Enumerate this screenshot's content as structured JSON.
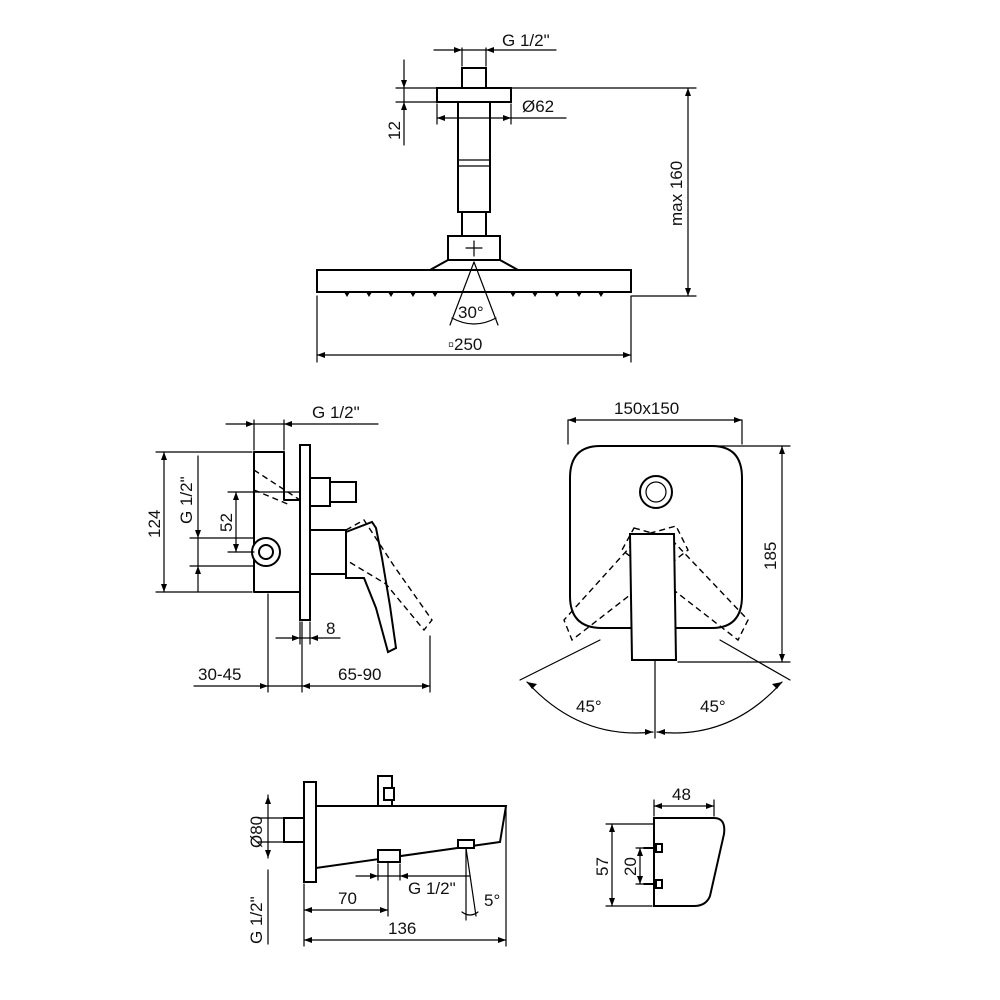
{
  "colors": {
    "line": "#000000",
    "background": "#ffffff"
  },
  "shower_head": {
    "thread_label": "G 1/2\"",
    "flange_diameter_label": "Ø62",
    "flange_height_label": "12",
    "max_height_label": "max 160",
    "spray_angle_label": "30°",
    "head_size_label": "▫250"
  },
  "mixer_side": {
    "thread_top_label": "G 1/2\"",
    "thread_side_label": "G 1/2\"",
    "height_label": "124",
    "spacing_label": "52",
    "plate_thickness_label": "8",
    "depth_left_label": "30-45",
    "depth_right_label": "65-90"
  },
  "mixer_front": {
    "plate_size_label": "150x150",
    "height_label": "185",
    "rotation_left_label": "45°",
    "rotation_right_label": "45°"
  },
  "spout": {
    "diameter_label": "Ø80",
    "thread_left_label": "G 1/2\"",
    "thread_bottom_label": "G 1/2\"",
    "offset_label": "70",
    "length_label": "136",
    "angle_label": "5°"
  },
  "holder": {
    "width_label": "48",
    "height_label": "57",
    "spacing_label": "20"
  }
}
